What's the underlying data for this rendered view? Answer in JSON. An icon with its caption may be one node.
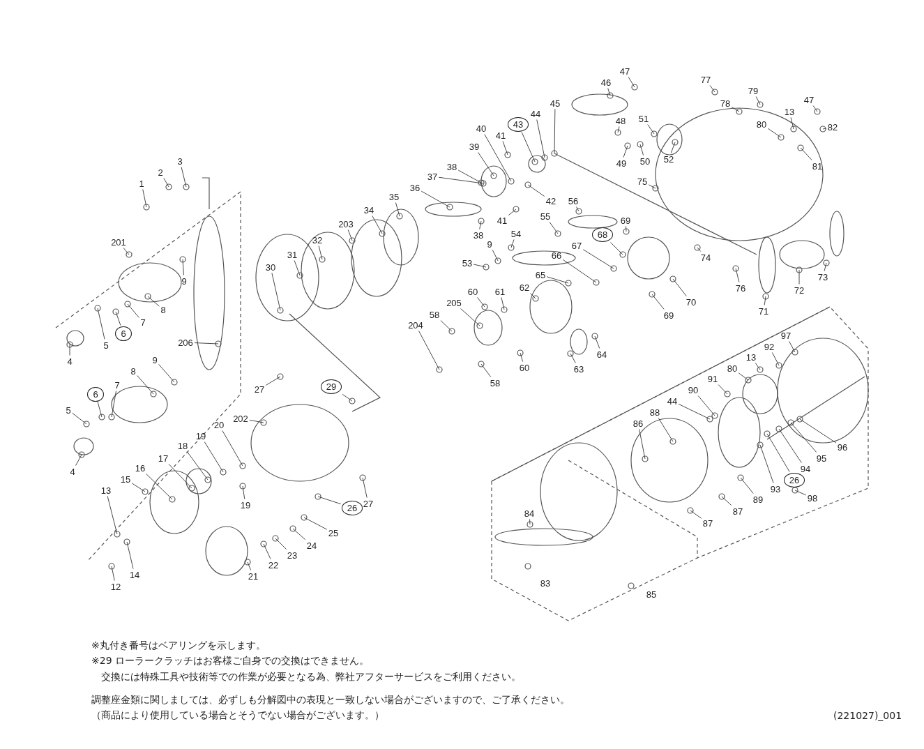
{
  "diagram": {
    "nodes": [
      {
        "text": [
          "1"
        ]
      },
      {
        "text": [
          "2"
        ]
      },
      {
        "text": [
          "3"
        ]
      },
      {
        "text": [
          "201"
        ]
      },
      {
        "text": [
          "9"
        ]
      },
      {
        "text": [
          "8"
        ]
      },
      {
        "text": [
          "7"
        ]
      },
      {
        "text": [
          "6"
        ]
      },
      {
        "text": [
          "5"
        ]
      },
      {
        "text": [
          "4"
        ]
      },
      {
        "text": [
          "206"
        ]
      },
      {
        "text": [
          "9"
        ]
      },
      {
        "text": [
          "8"
        ]
      },
      {
        "text": [
          "6"
        ]
      },
      {
        "text": [
          "7"
        ]
      },
      {
        "text": [
          "5"
        ]
      },
      {
        "text": [
          "4"
        ]
      },
      {
        "text": [
          "27"
        ]
      },
      {
        "text": [
          "29"
        ]
      },
      {
        "text": [
          "202"
        ]
      },
      {
        "text": [
          "20"
        ]
      },
      {
        "text": [
          "19"
        ]
      },
      {
        "text": [
          "18"
        ]
      },
      {
        "text": [
          "17"
        ]
      },
      {
        "text": [
          "16"
        ]
      },
      {
        "text": [
          "15"
        ]
      },
      {
        "text": [
          "13"
        ]
      },
      {
        "text": [
          "14"
        ]
      },
      {
        "text": [
          "12"
        ]
      },
      {
        "text": [
          "19"
        ]
      },
      {
        "text": [
          "27"
        ]
      },
      {
        "text": [
          "26"
        ]
      },
      {
        "text": [
          "25"
        ]
      },
      {
        "text": [
          "24"
        ]
      },
      {
        "text": [
          "23"
        ]
      },
      {
        "text": [
          "22"
        ]
      },
      {
        "text": [
          "21"
        ]
      },
      {
        "text": [
          "30"
        ]
      },
      {
        "text": [
          "31"
        ]
      },
      {
        "text": [
          "32"
        ]
      },
      {
        "text": [
          "203"
        ]
      },
      {
        "text": [
          "34"
        ]
      },
      {
        "text": [
          "35"
        ]
      },
      {
        "text": [
          "36"
        ]
      },
      {
        "text": [
          "37"
        ]
      },
      {
        "text": [
          "38"
        ]
      },
      {
        "text": [
          "38"
        ]
      },
      {
        "text": [
          "39"
        ]
      },
      {
        "text": [
          "40"
        ]
      },
      {
        "text": [
          "41"
        ]
      },
      {
        "text": [
          "41"
        ]
      },
      {
        "text": [
          "42"
        ]
      },
      {
        "text": [
          "43"
        ]
      },
      {
        "text": [
          "44"
        ]
      },
      {
        "text": [
          "45"
        ]
      },
      {
        "text": [
          "46"
        ]
      },
      {
        "text": [
          "47"
        ]
      },
      {
        "text": [
          "48"
        ]
      },
      {
        "text": [
          "49"
        ]
      },
      {
        "text": [
          "50"
        ]
      },
      {
        "text": [
          "51"
        ]
      },
      {
        "text": [
          "52"
        ]
      },
      {
        "text": [
          "53"
        ]
      },
      {
        "text": [
          "9"
        ]
      },
      {
        "text": [
          "54"
        ]
      },
      {
        "text": [
          "55"
        ]
      },
      {
        "text": [
          "56"
        ]
      },
      {
        "text": [
          "58"
        ]
      },
      {
        "text": [
          "204"
        ]
      },
      {
        "text": [
          "205"
        ]
      },
      {
        "text": [
          "60"
        ]
      },
      {
        "text": [
          "61"
        ]
      },
      {
        "text": [
          "62"
        ]
      },
      {
        "text": [
          "65"
        ]
      },
      {
        "text": [
          "66"
        ]
      },
      {
        "text": [
          "67"
        ]
      },
      {
        "text": [
          "68"
        ]
      },
      {
        "text": [
          "69"
        ]
      },
      {
        "text": [
          "70"
        ]
      },
      {
        "text": [
          "69"
        ]
      },
      {
        "text": [
          "60"
        ]
      },
      {
        "text": [
          "58"
        ]
      },
      {
        "text": [
          "63"
        ]
      },
      {
        "text": [
          "64"
        ]
      },
      {
        "text": [
          "75"
        ]
      },
      {
        "text": [
          "74"
        ]
      },
      {
        "text": [
          "76"
        ]
      },
      {
        "text": [
          "71"
        ]
      },
      {
        "text": [
          "72"
        ]
      },
      {
        "text": [
          "73"
        ]
      },
      {
        "text": [
          "77"
        ]
      },
      {
        "text": [
          "78"
        ]
      },
      {
        "text": [
          "79"
        ]
      },
      {
        "text": [
          "80"
        ]
      },
      {
        "text": [
          "13"
        ]
      },
      {
        "text": [
          "47"
        ]
      },
      {
        "text": [
          "82"
        ]
      },
      {
        "text": [
          "81"
        ]
      },
      {
        "text": [
          "97"
        ]
      },
      {
        "text": [
          "92"
        ]
      },
      {
        "text": [
          "13"
        ]
      },
      {
        "text": [
          "80"
        ]
      },
      {
        "text": [
          "91"
        ]
      },
      {
        "text": [
          "90"
        ]
      },
      {
        "text": [
          "44"
        ]
      },
      {
        "text": [
          "88"
        ]
      },
      {
        "text": [
          "86"
        ]
      },
      {
        "text": [
          "96"
        ]
      },
      {
        "text": [
          "95"
        ]
      },
      {
        "text": [
          "94"
        ]
      },
      {
        "text": [
          "26"
        ]
      },
      {
        "text": [
          "93"
        ]
      },
      {
        "text": [
          "89"
        ]
      },
      {
        "text": [
          "98"
        ]
      },
      {
        "text": [
          "87"
        ]
      },
      {
        "text": [
          "87"
        ]
      },
      {
        "text": [
          "84"
        ]
      },
      {
        "text": [
          "83"
        ]
      },
      {
        "text": [
          "85"
        ]
      }
    ],
    "edges": [
      {
        "from": 0,
        "to": null,
        "arrow": "none"
      },
      {
        "from": 1,
        "to": null,
        "arrow": "none"
      },
      {
        "from": 2,
        "to": null,
        "arrow": "none"
      },
      {
        "from": 3,
        "to": null,
        "arrow": "none"
      },
      {
        "from": 4,
        "to": null,
        "arrow": "none"
      },
      {
        "from": 5,
        "to": null,
        "arrow": "none"
      },
      {
        "from": 6,
        "to": null,
        "arrow": "none"
      },
      {
        "from": 7,
        "to": null,
        "arrow": "none"
      },
      {
        "from": 8,
        "to": null,
        "arrow": "none"
      },
      {
        "from": 9,
        "to": null,
        "arrow": "none"
      },
      {
        "from": 10,
        "to": null,
        "arrow": "none"
      },
      {
        "from": 11,
        "to": null,
        "arrow": "none"
      },
      {
        "from": 12,
        "to": null,
        "arrow": "none"
      },
      {
        "from": 13,
        "to": null,
        "arrow": "none"
      },
      {
        "from": 14,
        "to": null,
        "arrow": "none"
      },
      {
        "from": 15,
        "to": null,
        "arrow": "none"
      },
      {
        "from": 16,
        "to": null,
        "arrow": "none"
      },
      {
        "from": 17,
        "to": null,
        "arrow": "none"
      },
      {
        "from": 18,
        "to": null,
        "arrow": "none"
      },
      {
        "from": 19,
        "to": null,
        "arrow": "none"
      },
      {
        "from": 20,
        "to": null,
        "arrow": "none"
      },
      {
        "from": 21,
        "to": null,
        "arrow": "none"
      },
      {
        "from": 22,
        "to": null,
        "arrow": "none"
      },
      {
        "from": 23,
        "to": null,
        "arrow": "none"
      },
      {
        "from": 24,
        "to": null,
        "arrow": "none"
      },
      {
        "from": 25,
        "to": null,
        "arrow": "none"
      },
      {
        "from": 26,
        "to": null,
        "arrow": "none"
      },
      {
        "from": 27,
        "to": null,
        "arrow": "none"
      },
      {
        "from": 28,
        "to": null,
        "arrow": "none"
      },
      {
        "from": 29,
        "to": null,
        "arrow": "none"
      },
      {
        "from": 30,
        "to": null,
        "arrow": "none"
      },
      {
        "from": 31,
        "to": null,
        "arrow": "none"
      },
      {
        "from": 32,
        "to": null,
        "arrow": "none"
      },
      {
        "from": 33,
        "to": null,
        "arrow": "none"
      },
      {
        "from": 34,
        "to": null,
        "arrow": "none"
      },
      {
        "from": 35,
        "to": null,
        "arrow": "none"
      },
      {
        "from": 36,
        "to": null,
        "arrow": "none"
      },
      {
        "from": 37,
        "to": null,
        "arrow": "none"
      },
      {
        "from": 38,
        "to": null,
        "arrow": "none"
      },
      {
        "from": 39,
        "to": null,
        "arrow": "none"
      },
      {
        "from": 40,
        "to": null,
        "arrow": "none"
      },
      {
        "from": 41,
        "to": null,
        "arrow": "none"
      },
      {
        "from": 42,
        "to": null,
        "arrow": "none"
      },
      {
        "from": 43,
        "to": null,
        "arrow": "none"
      },
      {
        "from": 44,
        "to": null,
        "arrow": "none"
      },
      {
        "from": 45,
        "to": null,
        "arrow": "none"
      },
      {
        "from": 46,
        "to": null,
        "arrow": "none"
      },
      {
        "from": 47,
        "to": null,
        "arrow": "none"
      },
      {
        "from": 48,
        "to": null,
        "arrow": "none"
      },
      {
        "from": 49,
        "to": null,
        "arrow": "none"
      },
      {
        "from": 50,
        "to": null,
        "arrow": "none"
      },
      {
        "from": 51,
        "to": null,
        "arrow": "none"
      },
      {
        "from": 52,
        "to": null,
        "arrow": "none"
      },
      {
        "from": 53,
        "to": null,
        "arrow": "none"
      },
      {
        "from": 54,
        "to": null,
        "arrow": "none"
      },
      {
        "from": 55,
        "to": null,
        "arrow": "none"
      },
      {
        "from": 56,
        "to": null,
        "arrow": "none"
      },
      {
        "from": 57,
        "to": null,
        "arrow": "none"
      },
      {
        "from": 58,
        "to": null,
        "arrow": "none"
      },
      {
        "from": 59,
        "to": null,
        "arrow": "none"
      },
      {
        "from": 60,
        "to": null,
        "arrow": "none"
      },
      {
        "from": 61,
        "to": null,
        "arrow": "none"
      },
      {
        "from": 62,
        "to": null,
        "arrow": "none"
      },
      {
        "from": 63,
        "to": null,
        "arrow": "none"
      },
      {
        "from": 64,
        "to": null,
        "arrow": "none"
      },
      {
        "from": 65,
        "to": null,
        "arrow": "none"
      },
      {
        "from": 66,
        "to": null,
        "arrow": "none"
      },
      {
        "from": 67,
        "to": null,
        "arrow": "none"
      },
      {
        "from": 68,
        "to": null,
        "arrow": "none"
      },
      {
        "from": 69,
        "to": null,
        "arrow": "none"
      },
      {
        "from": 70,
        "to": null,
        "arrow": "none"
      },
      {
        "from": 71,
        "to": null,
        "arrow": "none"
      },
      {
        "from": 72,
        "to": null,
        "arrow": "none"
      },
      {
        "from": 73,
        "to": null,
        "arrow": "none"
      },
      {
        "from": 74,
        "to": null,
        "arrow": "none"
      },
      {
        "from": 75,
        "to": null,
        "arrow": "none"
      },
      {
        "from": 76,
        "to": null,
        "arrow": "none"
      },
      {
        "from": 77,
        "to": null,
        "arrow": "none"
      },
      {
        "from": 78,
        "to": null,
        "arrow": "none"
      },
      {
        "from": 79,
        "to": null,
        "arrow": "none"
      },
      {
        "from": 80,
        "to": null,
        "arrow": "none"
      },
      {
        "from": 81,
        "to": null,
        "arrow": "none"
      },
      {
        "from": 82,
        "to": null,
        "arrow": "none"
      },
      {
        "from": 83,
        "to": null,
        "arrow": "none"
      },
      {
        "from": 84,
        "to": null,
        "arrow": "none"
      },
      {
        "from": 85,
        "to": null,
        "arrow": "none"
      },
      {
        "from": 86,
        "to": null,
        "arrow": "none"
      },
      {
        "from": 87,
        "to": null,
        "arrow": "none"
      },
      {
        "from": 88,
        "to": null,
        "arrow": "none"
      },
      {
        "from": 89,
        "to": null,
        "arrow": "none"
      },
      {
        "from": 90,
        "to": null,
        "arrow": "none"
      },
      {
        "from": 91,
        "to": null,
        "arrow": "none"
      },
      {
        "from": 92,
        "to": null,
        "arrow": "none"
      },
      {
        "from": 93,
        "to": null,
        "arrow": "none"
      },
      {
        "from": 94,
        "to": null,
        "arrow": "none"
      },
      {
        "from": 95,
        "to": null,
        "arrow": "none"
      },
      {
        "from": 96,
        "to": null,
        "arrow": "none"
      },
      {
        "from": 97,
        "to": null,
        "arrow": "none"
      },
      {
        "from": 98,
        "to": null,
        "arrow": "none"
      },
      {
        "from": 99,
        "to": null,
        "arrow": "none"
      },
      {
        "from": 100,
        "to": null,
        "arrow": "none"
      },
      {
        "from": 101,
        "to": null,
        "arrow": "none"
      },
      {
        "from": 102,
        "to": null,
        "arrow": "none"
      },
      {
        "from": 103,
        "to": null,
        "arrow": "none"
      },
      {
        "from": 104,
        "to": null,
        "arrow": "none"
      },
      {
        "from": 105,
        "to": null,
        "arrow": "none"
      },
      {
        "from": 106,
        "to": null,
        "arrow": "none"
      },
      {
        "from": 107,
        "to": null,
        "arrow": "none"
      },
      {
        "from": 108,
        "to": null,
        "arrow": "none"
      },
      {
        "from": 109,
        "to": null,
        "arrow": "none"
      },
      {
        "from": 110,
        "to": null,
        "arrow": "none"
      },
      {
        "from": 111,
        "to": null,
        "arrow": "none"
      },
      {
        "from": 112,
        "to": null,
        "arrow": "none"
      },
      {
        "from": 113,
        "to": null,
        "arrow": "none"
      },
      {
        "from": 114,
        "to": null,
        "arrow": "none"
      },
      {
        "from": 115,
        "to": null,
        "arrow": "none"
      },
      {
        "from": 116,
        "to": null,
        "arrow": "none"
      }
    ],
    "labels": [
      "※丸付き番号はベアリングを示します。",
      "※29 ローラークラッチはお客様ご自身での交換はできません。",
      "交換には特殊工具や技術等での作業が必要となる為、弊社アフターサービスをご利用ください。",
      "調整座金類に関しましては、必ずしも分解図中の表現と一致しない場合がございますので、ご了承ください。",
      "（商品により使用している場合とそうでない場合がございます。）",
      "(221027)_001"
    ]
  }
}
